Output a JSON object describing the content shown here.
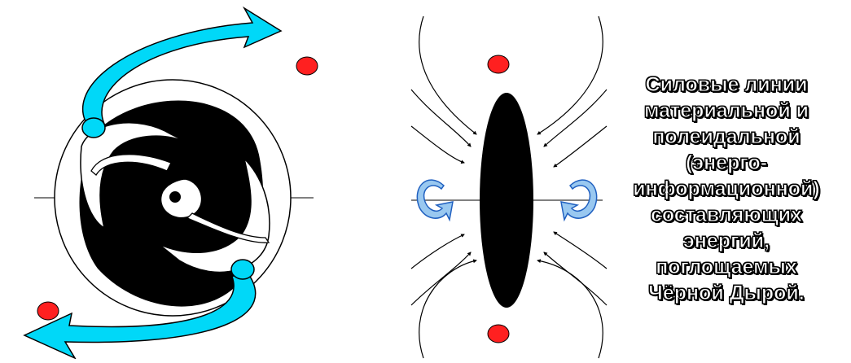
{
  "caption": {
    "lines": [
      "Силовые линии",
      "материальной и",
      "полеидальной",
      "(энерго-",
      "информационной)",
      "составляющих",
      "энергий,",
      "поглощаемых",
      "Чёрной Дырой."
    ]
  },
  "colors": {
    "disk": "#000000",
    "flow_arrow": "#00d8f8",
    "vortex_arrow": "#99c8f0",
    "particle": "#ff2020",
    "outline": "#000000"
  },
  "icons": [
    "spiral-galaxy",
    "black-hole-side-view",
    "force-line-arrow",
    "rotation-arrow-icon",
    "particle-dot"
  ]
}
